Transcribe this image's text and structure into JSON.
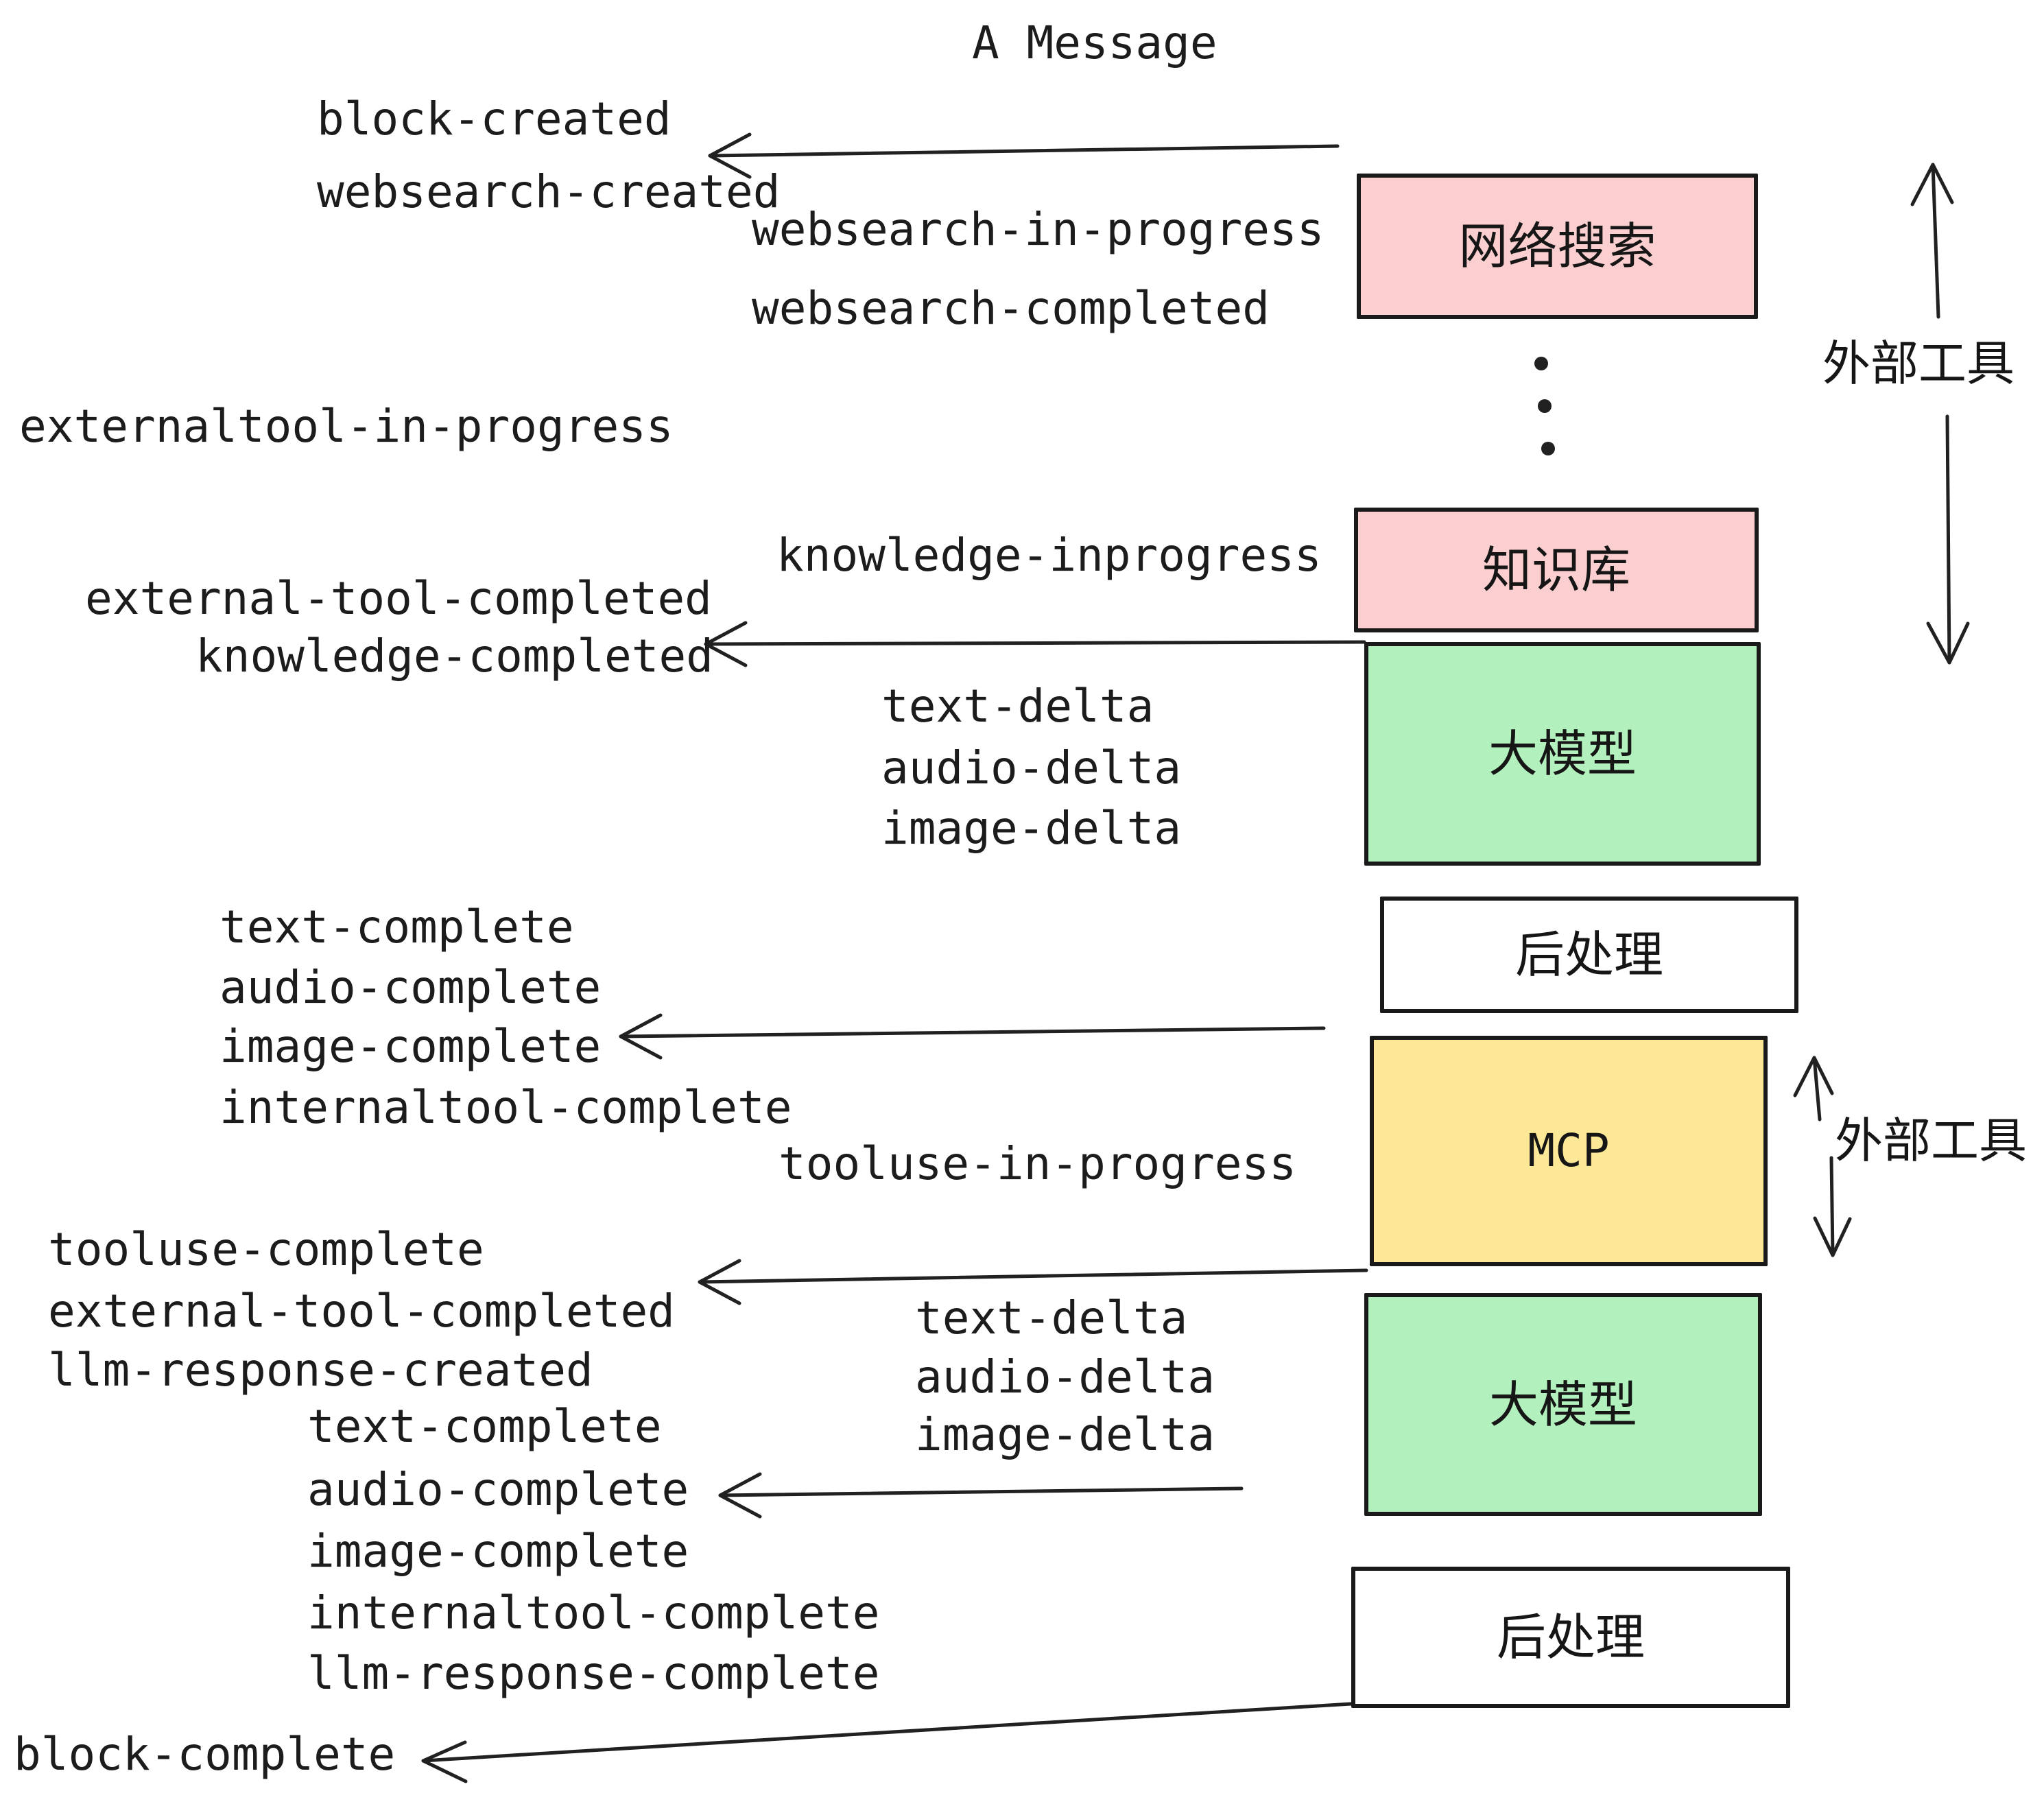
{
  "title": "A Message",
  "colors": {
    "pink": "#FBCFCF",
    "green": "#B2F0BD",
    "yellow": "#FCE897",
    "white": "#FFFFFF",
    "ink": "#212121"
  },
  "boxes": {
    "websearch": {
      "label": "网络搜索"
    },
    "knowledge": {
      "label": "知识库"
    },
    "llm_top": {
      "label": "大模型"
    },
    "postprocess_top": {
      "label": "后处理"
    },
    "mcp": {
      "label": "MCP"
    },
    "llm_bottom": {
      "label": "大模型"
    },
    "postprocess_bottom": {
      "label": "后处理"
    }
  },
  "side_labels": {
    "external_tools_top": "外部工具",
    "external_tools_mcp": "外部工具"
  },
  "events": {
    "block_created": "block-created",
    "websearch_created": "websearch-created",
    "websearch_in_progress": "websearch-in-progress",
    "websearch_completed": "websearch-completed",
    "externaltool_in_progress": "externaltool-in-progress",
    "knowledge_inprogress": "knowledge-inprogress",
    "external_tool_completed_1": "external-tool-completed",
    "knowledge_completed": "knowledge-completed",
    "text_delta_1": "text-delta",
    "audio_delta_1": "audio-delta",
    "image_delta_1": "image-delta",
    "text_complete_1": "text-complete",
    "audio_complete_1": "audio-complete",
    "image_complete_1": "image-complete",
    "internaltool_complete_1": "internaltool-complete",
    "tooluse_in_progress": "tooluse-in-progress",
    "tooluse_complete": "tooluse-complete",
    "external_tool_completed_2": "external-tool-completed",
    "llm_response_created": "llm-response-created",
    "text_delta_2": "text-delta",
    "audio_delta_2": "audio-delta",
    "image_delta_2": "image-delta",
    "text_complete_2": "text-complete",
    "audio_complete_2": "audio-complete",
    "image_complete_2": "image-complete",
    "internaltool_complete_2": "internaltool-complete",
    "llm_response_complete": "llm-response-complete",
    "block_complete": "block-complete"
  }
}
